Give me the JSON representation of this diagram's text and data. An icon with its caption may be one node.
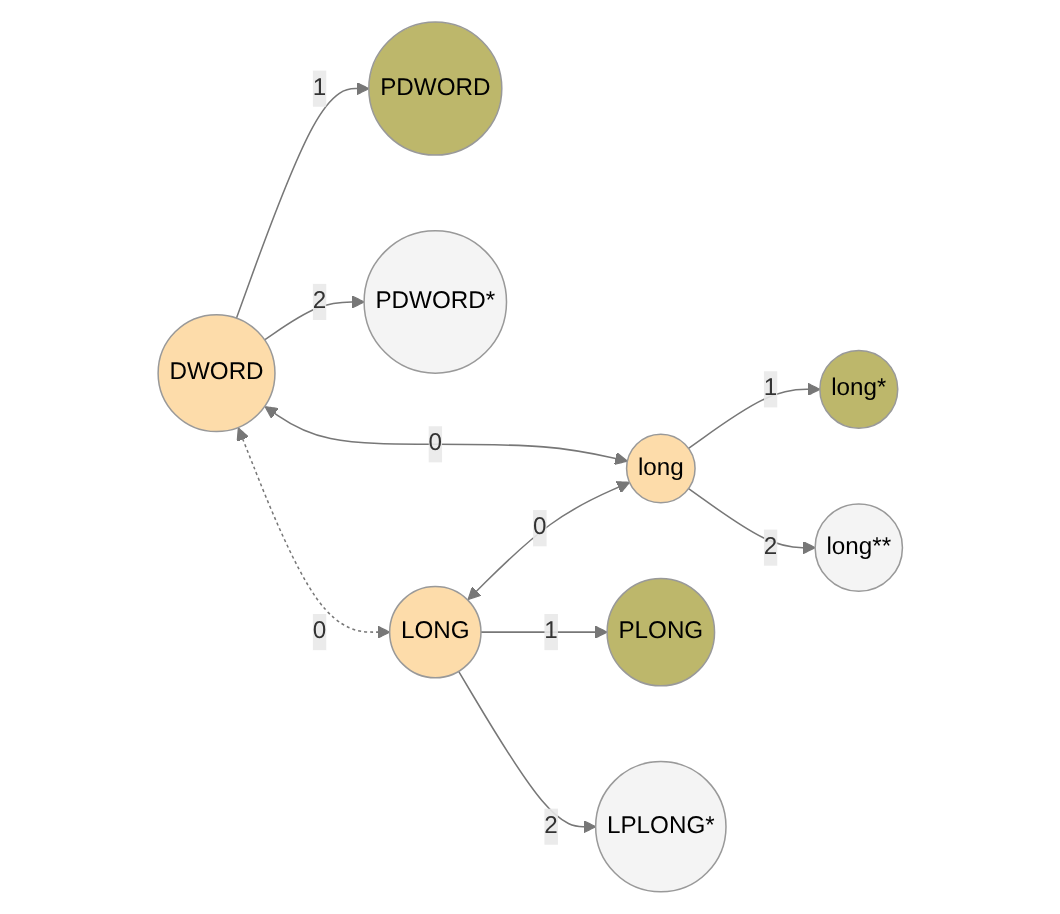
{
  "diagram": {
    "nodes": [
      {
        "text": [
          "PDWORD"
        ]
      },
      {
        "text": [
          "DWORD"
        ]
      },
      {
        "text": [
          "long"
        ]
      },
      {
        "text": [
          "long*"
        ]
      },
      {
        "text": [
          "PDWORD*"
        ]
      },
      {
        "text": [
          "long**"
        ]
      },
      {
        "text": [
          "PLONG"
        ]
      },
      {
        "text": [
          "LONG"
        ]
      },
      {
        "text": [
          "LPLONG*"
        ]
      }
    ],
    "edges": [
      {
        "from": 1,
        "to": 0,
        "arrow": "to",
        "label": "1"
      },
      {
        "from": 1,
        "to": 4,
        "arrow": "to",
        "label": "2"
      },
      {
        "from": 1,
        "to": 2,
        "arrow": "both",
        "label": "0"
      },
      {
        "from": 1,
        "to": 7,
        "arrow": "both",
        "label": "0",
        "style": "dashed"
      },
      {
        "from": 7,
        "to": 2,
        "arrow": "both",
        "label": "0"
      },
      {
        "from": 2,
        "to": 3,
        "arrow": "to",
        "label": "1"
      },
      {
        "from": 2,
        "to": 5,
        "arrow": "to",
        "label": "2"
      },
      {
        "from": 7,
        "to": 6,
        "arrow": "to",
        "label": "1"
      },
      {
        "from": 7,
        "to": 8,
        "arrow": "to",
        "label": "2"
      }
    ]
  }
}
